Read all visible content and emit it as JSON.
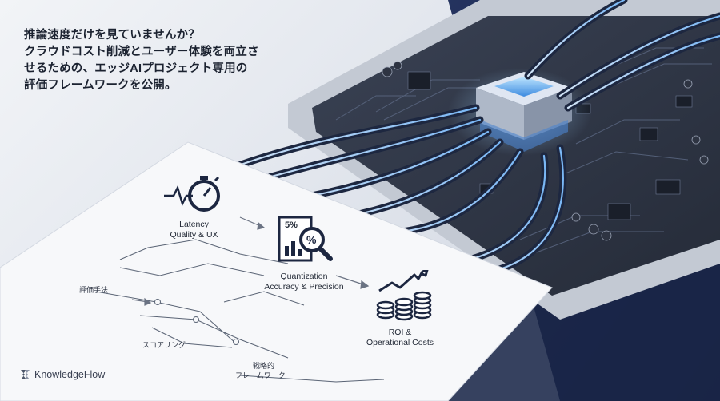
{
  "headline": {
    "lines": [
      "推論速度だけを見ていませんか？",
      "クラウドコスト削減とユーザー体験を両立さ",
      "せるための、エッジAIプロジェクト専用の",
      "評価フレームワークを公開。"
    ]
  },
  "brand": {
    "name": "KnowledgeFlow"
  },
  "framework": {
    "latency": {
      "line1": "Latency",
      "line2": "Quality & UX",
      "icon": "stopwatch-icon"
    },
    "quantization": {
      "line1": "Quantization",
      "line2": "Accuracy & Precision",
      "badge": "5%",
      "icon": "magnifier-report-icon"
    },
    "roi": {
      "line1": "ROI &",
      "line2": "Operational Costs",
      "icon": "coins-growth-icon"
    }
  },
  "flow": {
    "step1": "評価手法",
    "step2": "スコアリング",
    "step3_line1": "戦略的",
    "step3_line2": "フレームワーク"
  },
  "colors": {
    "navy": "#1e2d55",
    "accent_blue": "#4aa6ff",
    "board": "#2b3244"
  }
}
